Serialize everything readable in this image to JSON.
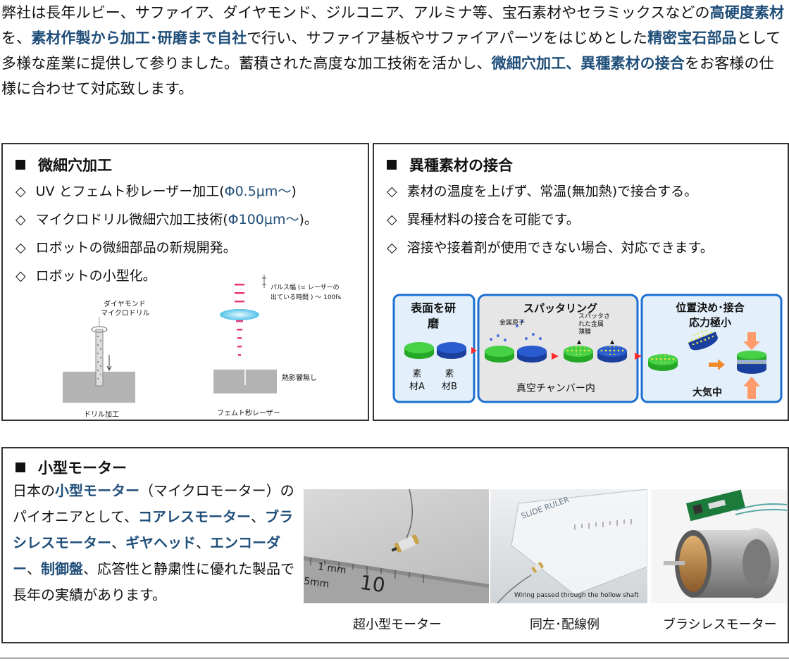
{
  "intro": {
    "p1": "弊社は長年ルビー、サファイア、ダイヤモンド、ジルコニア、アルミナ等、宝石素材やセラミックスなどの",
    "h1": "高硬度素材",
    "p2": "を、",
    "h2": "素材作製から加工･研磨まで自社",
    "p3": "で行い、サファイア基板やサファイアパーツをはじめとした",
    "h3": "精密宝石部品",
    "p4": "として多様な産業に提供して参りました。蓄積された高度な加工技術を活かし、",
    "h4": "微細穴加工、異種素材の接合",
    "p5": "をお客様の仕様に合わせて対応致します。"
  },
  "micro": {
    "title": "微細穴加工",
    "bullet_mark": "◇",
    "items": [
      {
        "text": "UV とフェムト秒レーザー加工(",
        "hl": "Φ0.5μm〜",
        "tail": ")"
      },
      {
        "text": "マイクロドリル微細穴加工技術(",
        "hl": "Φ100μm〜",
        "tail": ")。"
      },
      {
        "text": "ロボットの微細部品の新規開発。",
        "hl": "",
        "tail": ""
      },
      {
        "text": "ロボットの小型化。",
        "hl": "",
        "tail": ""
      }
    ],
    "drill_fig": {
      "label1": "ダイヤモンド",
      "label2": "マイクロドリル",
      "caption": "ドリル加工"
    },
    "laser_fig": {
      "pulse1": "パルス幅 (= レーザーの",
      "pulse2": "出ている時間 ) 〜 100fs",
      "heat": "熱影響無し",
      "caption": "フェムト秒レーザー"
    }
  },
  "bond": {
    "title": "異種素材の接合",
    "bullet_mark": "◇",
    "items": [
      "素材の温度を上げず、常温(無加熱)で接合する。",
      "異種材料の接合を可能です。",
      "溶接や接着剤が使用できない場合、対応できます。"
    ],
    "flow": {
      "step1_title_a": "表面を研",
      "step1_title_b": "磨",
      "mat_a_1": "素",
      "mat_a_2": "材A",
      "mat_b_1": "素",
      "mat_b_2": "材B",
      "step2_title": "スパッタリング",
      "atoms": "金属原子",
      "film1": "スパッタさ",
      "film2": "れた金属",
      "film3": "薄膜",
      "chamber": "真空チャンバー内",
      "step3_title_a": "位置決め･接合",
      "step3_title_b": "応力極小",
      "atmosphere": "大気中"
    }
  },
  "motor": {
    "title": "小型モーター",
    "text": [
      {
        "t": "日本の",
        "h": false
      },
      {
        "t": "小型モーター",
        "h": true
      },
      {
        "t": "（マイクロモーター）のパイオニアとして、",
        "h": false
      },
      {
        "t": "コアレスモーター",
        "h": true
      },
      {
        "t": "、",
        "h": false
      },
      {
        "t": "ブラシレスモーター",
        "h": true
      },
      {
        "t": "、",
        "h": false
      },
      {
        "t": "ギヤヘッド",
        "h": true
      },
      {
        "t": "、",
        "h": false
      },
      {
        "t": "エンコーダー",
        "h": true
      },
      {
        "t": "、",
        "h": false
      },
      {
        "t": "制御盤",
        "h": true
      },
      {
        "t": "、応答性と静粛性に優れた製品で長年の実績があります。",
        "h": false
      }
    ],
    "photo1": {
      "caption": "超小型モーター",
      "ruler": [
        "1 mm",
        "5mm",
        "10"
      ]
    },
    "photo2": {
      "caption": "同左･配線例",
      "overlay": "Wiring passed through the hollow shaft",
      "ruler_text": "SLIDE RULER"
    },
    "photo3": {
      "caption": "ブラシレスモーター"
    }
  },
  "colors": {
    "highlight": "#1f4e79",
    "flow_border": "#1b6fd1",
    "flow_bg": "#e3f0fb",
    "chamber_bg": "#e6e6e6",
    "arrow": "#ff2b2b",
    "green": "#3cc83c",
    "blue": "#2a5ccf"
  }
}
